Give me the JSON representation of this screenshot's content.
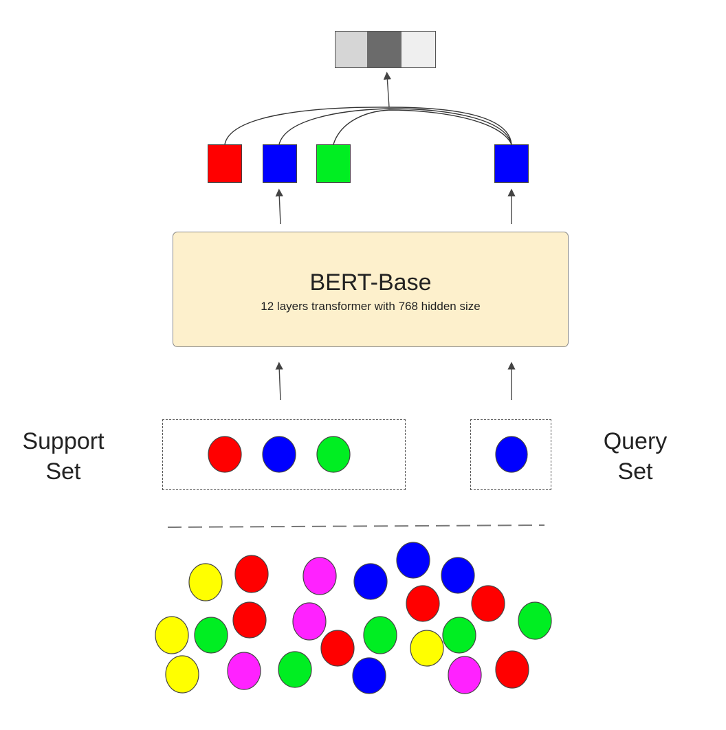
{
  "colors": {
    "red": "#ff0000",
    "blue": "#0000ff",
    "green": "#00ee22",
    "yellow": "#ffff00",
    "magenta": "#ff22ff",
    "bert_fill": "#fdf0cc",
    "output_light": "#d6d6d6",
    "output_dark": "#6b6b6b",
    "output_lighter": "#efefef"
  },
  "output_bar": {
    "cells": [
      "light",
      "dark",
      "lighter"
    ]
  },
  "embeddings": {
    "support": [
      "red",
      "blue",
      "green"
    ],
    "query": [
      "blue"
    ]
  },
  "encoder": {
    "title": "BERT-Base",
    "subtitle": "12 layers transformer with 768 hidden size"
  },
  "support_set": {
    "label_line1": "Support",
    "label_line2": "Set",
    "samples": [
      "red",
      "blue",
      "green"
    ]
  },
  "query_set": {
    "label_line1": "Query",
    "label_line2": "Set",
    "samples": [
      "blue"
    ]
  },
  "pool": {
    "samples": [
      "yellow",
      "red",
      "magenta",
      "blue",
      "blue",
      "blue",
      "red",
      "red",
      "green",
      "yellow",
      "green",
      "red",
      "magenta",
      "red",
      "green",
      "yellow",
      "green",
      "yellow",
      "magenta",
      "green",
      "blue",
      "magenta",
      "red"
    ]
  }
}
